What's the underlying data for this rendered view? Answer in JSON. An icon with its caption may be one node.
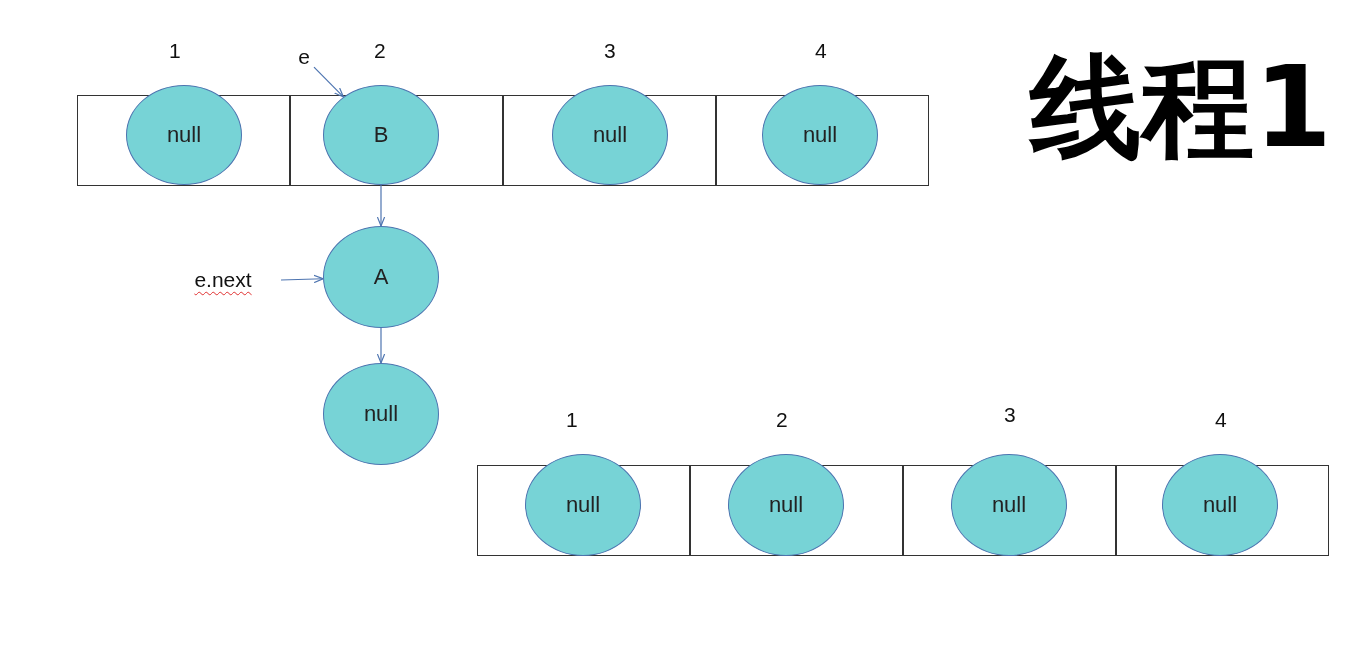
{
  "diagram": {
    "title": "线程1",
    "nodes": [
      {
        "text": [],
        "shape": "box",
        "beside": [
          "1"
        ]
      },
      {
        "text": [
          "null"
        ],
        "in": 0
      },
      {
        "text": [],
        "shape": "box",
        "beside": [
          "2"
        ]
      },
      {
        "text": [
          "B"
        ],
        "in": 2
      },
      {
        "text": [],
        "shape": "box",
        "beside": [
          "3"
        ]
      },
      {
        "text": [
          "null"
        ],
        "in": 4
      },
      {
        "text": [],
        "shape": "box",
        "beside": [
          "4"
        ]
      },
      {
        "text": [
          "null"
        ],
        "in": 6
      },
      {
        "text": [
          "e"
        ]
      },
      {
        "text": [
          "A"
        ]
      },
      {
        "text": [
          "e.next"
        ]
      },
      {
        "text": [
          "null"
        ]
      },
      {
        "text": [],
        "shape": "box",
        "beside": [
          "1"
        ]
      },
      {
        "text": [
          "null"
        ],
        "in": 12
      },
      {
        "text": [],
        "shape": "box",
        "beside": [
          "2"
        ]
      },
      {
        "text": [
          "null"
        ],
        "in": 14
      },
      {
        "text": [],
        "shape": "box",
        "beside": [
          "3"
        ]
      },
      {
        "text": [
          "null"
        ],
        "in": 16
      },
      {
        "text": [],
        "shape": "box",
        "beside": [
          "4"
        ]
      },
      {
        "text": [
          "null"
        ],
        "in": 18
      }
    ],
    "edges": [
      {
        "from": 8,
        "to": 3,
        "arrow": "to"
      },
      {
        "from": 3,
        "to": 9,
        "arrow": "to"
      },
      {
        "from": 10,
        "to": 9,
        "arrow": "to"
      },
      {
        "from": 9,
        "to": 11,
        "arrow": "to"
      }
    ]
  }
}
